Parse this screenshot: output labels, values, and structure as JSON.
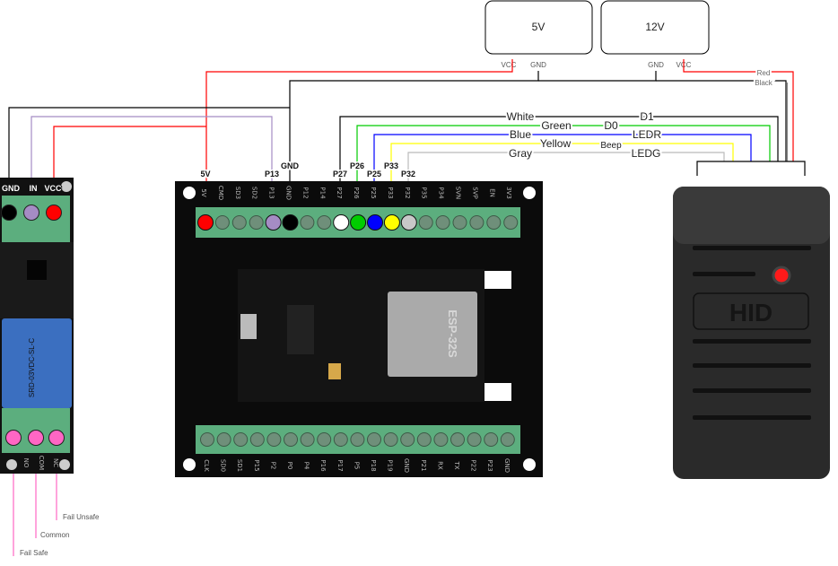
{
  "power_supplies": [
    {
      "label": "5V",
      "vcc": "VCC",
      "gnd": "GND"
    },
    {
      "label": "12V",
      "gnd": "GND",
      "vcc": "VCC"
    }
  ],
  "reader_power_labels": {
    "red": "Red",
    "black": "Black"
  },
  "reader_wires": [
    {
      "color_name": "White",
      "signal": "D1",
      "color": "#000000",
      "pin": "P27"
    },
    {
      "color_name": "Green",
      "signal": "D0",
      "color": "#00cc00",
      "pin": "P26"
    },
    {
      "color_name": "Blue",
      "signal": "LEDR",
      "color": "#0000ff",
      "pin": "P25"
    },
    {
      "color_name": "Yellow",
      "signal": "Beep",
      "color": "#ffff00",
      "pin": "P33"
    },
    {
      "color_name": "Gray",
      "signal": "LEDG",
      "color": "#bbbbbb",
      "pin": "P32"
    }
  ],
  "relay": {
    "input_labels": [
      "GND",
      "IN",
      "VCC"
    ],
    "output_labels": [
      "NO",
      "COM",
      "NC"
    ],
    "relay_text": "SRD-03VDC-SL-C",
    "output_notes": {
      "nc": "Fail Unsafe",
      "com": "Common",
      "no": "Fail Safe"
    }
  },
  "esp_board": {
    "top_pins": [
      "5V",
      "CMD",
      "SD3",
      "SD2",
      "P13",
      "GND",
      "P12",
      "P14",
      "P27",
      "P26",
      "P25",
      "P33",
      "P32",
      "P35",
      "P34",
      "SVN",
      "SVP",
      "EN",
      "3V3"
    ],
    "bottom_pins": [
      "CLK",
      "SD0",
      "SD1",
      "P15",
      "P2",
      "P0",
      "P4",
      "P16",
      "P17",
      "P5",
      "P18",
      "P19",
      "GND",
      "P21",
      "RX",
      "TX",
      "P22",
      "P23",
      "GND"
    ],
    "highlight_labels": [
      "5V",
      "P13",
      "GND",
      "P27",
      "P26",
      "P25",
      "P33",
      "P32"
    ],
    "module_text": "ESP-32S"
  },
  "reader": {
    "logo": "HID"
  },
  "colors": {
    "red": "#ff0000",
    "black": "#000000",
    "purple": "#a58cc4",
    "pink": "#ff66c4",
    "terminal_green": "#5cae7e",
    "relay_blue": "#3b6fc0"
  }
}
